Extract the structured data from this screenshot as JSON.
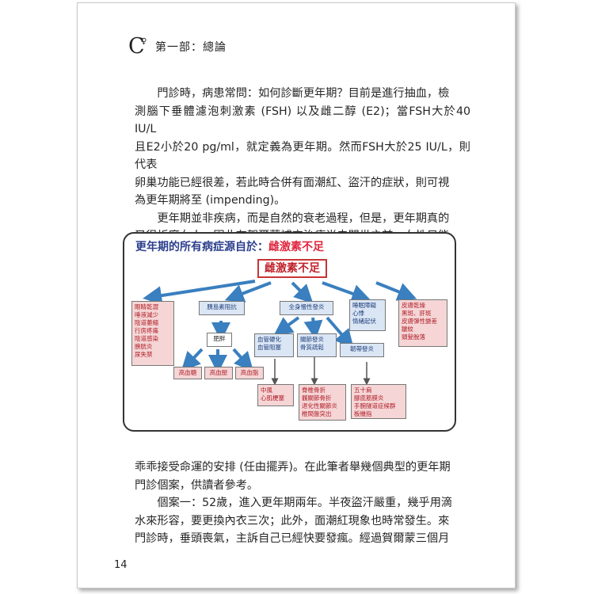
{
  "header": {
    "section_title": "第一部：總論"
  },
  "body": {
    "paragraph1_lines": [
      "　　門診時，病患常問：如何診斷更年期？目前是進行抽血，檢",
      "測腦下垂體濾泡刺激素 (FSH) 以及雌二醇 (E2)；當FSH大於40 IU/L",
      "且E2小於20 pg/ml，就定義為更年期。然而FSH大於25 IU/L，則代表",
      "卵巢功能已經很差，若此時合併有面潮紅、盜汗的症狀，則可視",
      "為更年期將至 (impending)。",
      "　　更年期並非疾病，而是自然的衰老過程，但是，更年期真的",
      "又很折磨女人，因此在賀爾蒙補充治療尚未問世之前，女性只能"
    ],
    "paragraph2_lines": [
      "乖乖接受命運的安排 (任由擺弄)。在此筆者舉幾個典型的更年期",
      "門診個案，供讀者參考。",
      "　　個案一：52歲，進入更年期兩年。半夜盜汗嚴重，幾乎用滴",
      "水來形容，要更換內衣三次；此外，面潮紅現象也時常發生。來",
      "門診時，垂頭喪氣，主訴自己已經快要發瘋。經過賀爾蒙三個月"
    ]
  },
  "diagram": {
    "title_prefix": "更年期的所有病症源自於：",
    "title_highlight": "雌激素不足",
    "root": "雌激素不足",
    "boxes": {
      "urogenital": "眼睛乾澀\n唾液減少\n陰道萎縮\n行房疼痛\n陰道感染\n膀胱炎\n尿失禁",
      "insulin": "胰島素阻抗",
      "inflammation": "全身慢性發炎",
      "sleep": "睡眠障礙\n心悸\n情緒起伏",
      "skin": "皮膚乾燥\n黑斑、肝斑\n皮膚彈性變差\n皺紋\n頭髮脫落",
      "obesity": "肥胖",
      "hyperglycemia": "高血糖",
      "hypertension": "高血壓",
      "hyperlipidemia": "高血脂",
      "vascular": "血管硬化\n血管阻塞",
      "joint": "關節發炎\n骨質疏鬆",
      "tendon": "韌帶發炎",
      "stroke": "中風\n心肌梗塞",
      "fracture": "脊椎骨折\n髖關節骨折\n退化性關節炎\n椎間盤突出",
      "fifty": "五十肩\n腳底筋膜炎\n手腕隧道症候群\n板機指"
    }
  },
  "footer": {
    "page_number": "14"
  }
}
